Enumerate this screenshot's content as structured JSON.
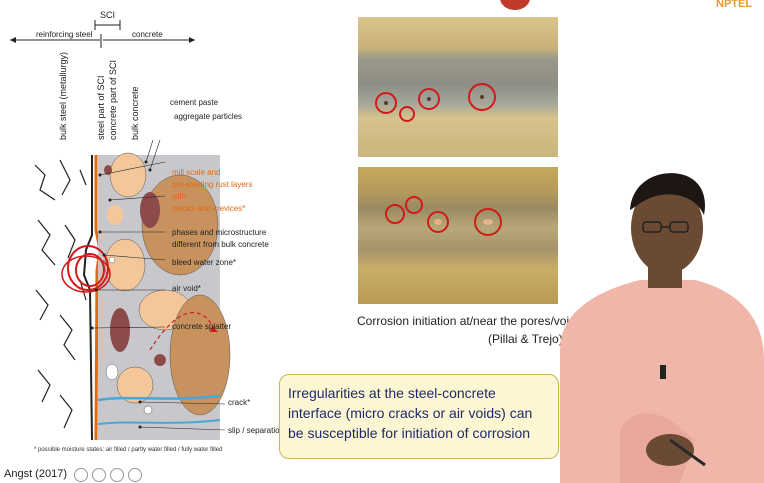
{
  "header": {
    "logo_text": "NPTEL"
  },
  "diagram": {
    "sci_label": "SCI",
    "left_arrow_label": "reinforcing steel",
    "right_arrow_label": "concrete",
    "vertical_labels": [
      "bulk steel (metallurgy)",
      "steel part of SCI",
      "concrete part of SCI",
      "bulk concrete"
    ],
    "callouts": [
      "cement paste",
      "aggregate particles",
      "mill scale and",
      "pre-existing rust layers",
      "with",
      "cracks and crevices*",
      "phases and microstructure",
      "different from bulk concrete",
      "bleed water zone*",
      "air void*",
      "concrete splatter",
      "crack*",
      "slip / separation*"
    ],
    "footnote": "* possible moisture states: air filled / partly water filled / fully water filled",
    "citation": "Angst (2017)"
  },
  "photos": {
    "caption_line1": "Corrosion initiation at/near the pores/voids",
    "caption_line2": "(Pillai & Trejo)"
  },
  "note": {
    "lines": [
      "Irregularities at the steel-concrete",
      "interface (micro cracks or air voids) can",
      "be susceptible for initiation of corrosion"
    ]
  },
  "colors": {
    "orange": "#e06a10",
    "note_bg": "#fdf6d2",
    "note_text": "#1e2a6b",
    "annotation_red": "#d11a1a"
  }
}
